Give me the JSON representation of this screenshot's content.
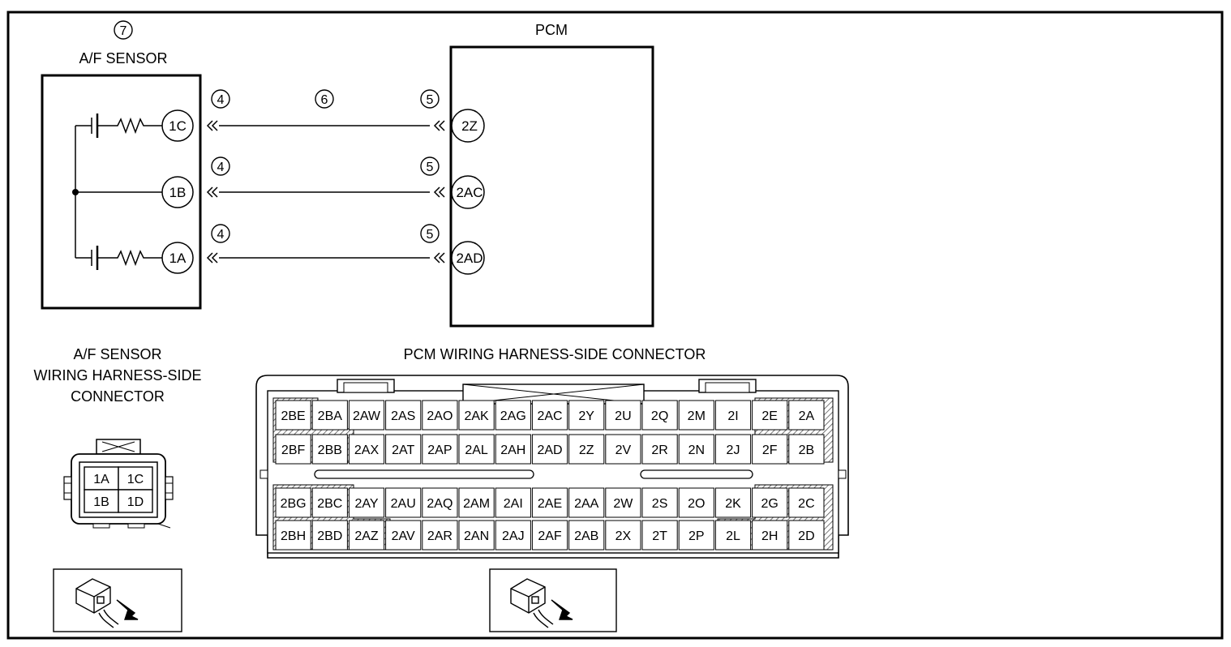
{
  "af_sensor": {
    "callout": "7",
    "title": "A/F SENSOR",
    "pins": [
      "1C",
      "1B",
      "1A"
    ]
  },
  "pcm": {
    "title": "PCM",
    "pins": [
      "2Z",
      "2AC",
      "2AD"
    ]
  },
  "wiring": {
    "sensor_connector_callout": "4",
    "harness_callout": "6",
    "pcm_connector_callout": "5"
  },
  "af_connector": {
    "title_lines": [
      "A/F SENSOR",
      "WIRING HARNESS-SIDE",
      "CONNECTOR"
    ],
    "cells": [
      [
        "1A",
        "1C"
      ],
      [
        "1B",
        "1D"
      ]
    ]
  },
  "pcm_connector": {
    "title": "PCM WIRING HARNESS-SIDE CONNECTOR",
    "rows": [
      [
        "2BE",
        "2BA",
        "2AW",
        "2AS",
        "2AO",
        "2AK",
        "2AG",
        "2AC",
        "2Y",
        "2U",
        "2Q",
        "2M",
        "2I",
        "2E",
        "2A"
      ],
      [
        "2BF",
        "2BB",
        "2AX",
        "2AT",
        "2AP",
        "2AL",
        "2AH",
        "2AD",
        "2Z",
        "2V",
        "2R",
        "2N",
        "2J",
        "2F",
        "2B"
      ],
      [
        "2BG",
        "2BC",
        "2AY",
        "2AU",
        "2AQ",
        "2AM",
        "2AI",
        "2AE",
        "2AA",
        "2W",
        "2S",
        "2O",
        "2K",
        "2G",
        "2C"
      ],
      [
        "2BH",
        "2BD",
        "2AZ",
        "2AV",
        "2AR",
        "2AN",
        "2AJ",
        "2AF",
        "2AB",
        "2X",
        "2T",
        "2P",
        "2L",
        "2H",
        "2D"
      ]
    ]
  },
  "icons": {
    "af_view": "connector-front-view-icon",
    "pcm_view": "connector-front-view-icon"
  }
}
